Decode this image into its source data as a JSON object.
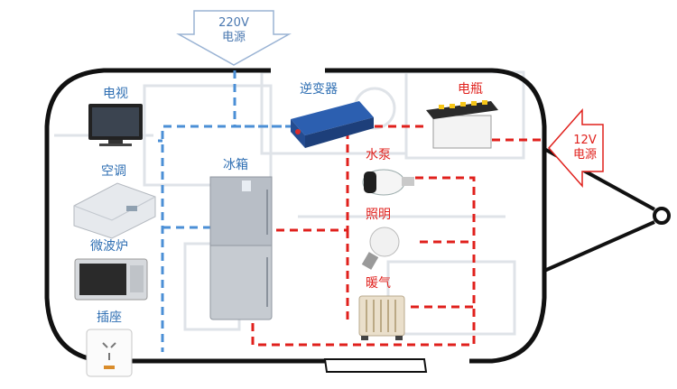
{
  "title": "",
  "sources": {
    "ac": {
      "voltage": "220V",
      "name": "电源"
    },
    "dc": {
      "voltage": "12V",
      "name": "电源"
    }
  },
  "labels": {
    "tv": "电视",
    "ac_unit": "空调",
    "microwave": "微波炉",
    "socket": "插座",
    "fridge": "冰箱",
    "inverter": "逆变器",
    "battery": "电瓶",
    "pump": "水泵",
    "lighting": "照明",
    "heater": "暖气"
  },
  "colors": {
    "ac_line": "#4b8fd6",
    "dc_line": "#e0201c",
    "trailer_outline": "#111111",
    "floorplan": "#d9dde2"
  }
}
